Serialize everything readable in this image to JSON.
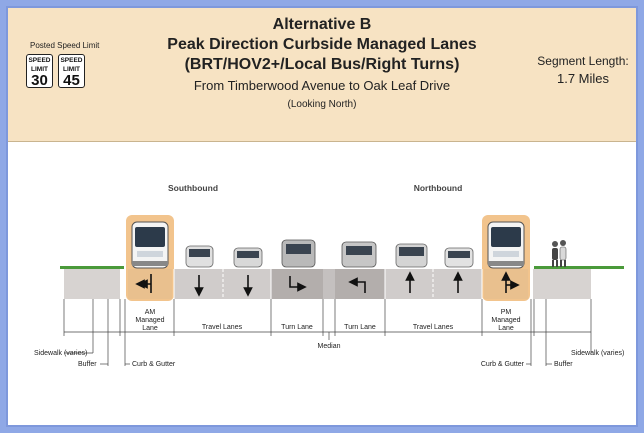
{
  "header": {
    "title": "Alternative B",
    "subtitle": "Peak Direction Curbside Managed Lanes",
    "subtitle2": "(BRT/HOV2+/Local Bus/Right Turns)",
    "route": "From Timberwood Avenue to Oak Leaf Drive",
    "view": "(Looking North)"
  },
  "speed": {
    "label": "Posted Speed Limit",
    "sign_word_1": "SPEED",
    "sign_word_2": "LIMIT",
    "limit_1": "30",
    "limit_2": "45"
  },
  "segment": {
    "label": "Segment Length:",
    "value": "1.7 Miles"
  },
  "directions": {
    "south": "Southbound",
    "north": "Northbound"
  },
  "lanes": {
    "am_managed_1": "AM",
    "am_managed_2": "Managed",
    "am_managed_3": "Lane",
    "travel_sb": "Travel Lanes",
    "turn_sb": "Turn Lane",
    "turn_nb": "Turn Lane",
    "travel_nb": "Travel Lanes",
    "pm_managed_1": "PM",
    "pm_managed_2": "Managed",
    "pm_managed_3": "Lane"
  },
  "labels": {
    "median": "Median",
    "sidewalk_left": "Sidewalk (varies)",
    "buffer_left": "Buffer",
    "curb_left": "Curb & Gutter",
    "curb_right": "Curb & Gutter",
    "buffer_right": "Buffer",
    "sidewalk_right": "Sidewalk (varies)"
  },
  "colors": {
    "header_bg": "#f7e3c3",
    "managed_lane": "#f2c48d",
    "road": "#d0cccb",
    "turn_lane": "#b3aeac",
    "grass": "#4a9a3a",
    "page_border": "#8fa8e6"
  }
}
